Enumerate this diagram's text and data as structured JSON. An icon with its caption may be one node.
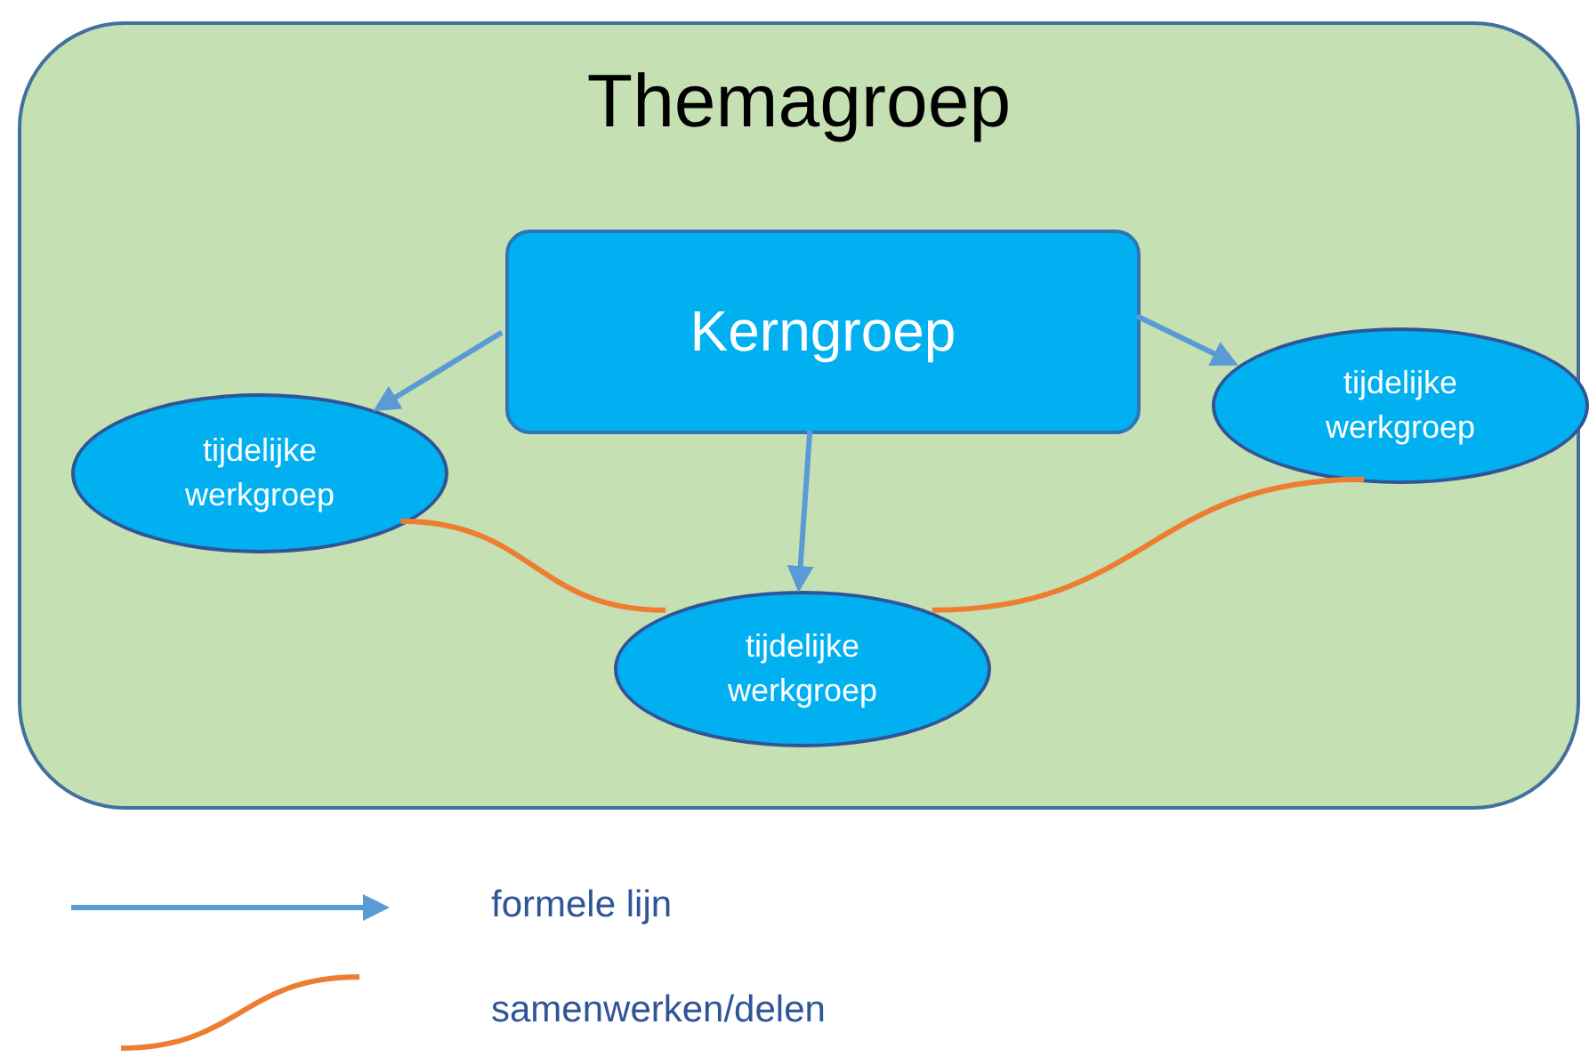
{
  "diagram": {
    "nodes": [
      {
        "text": [
          "Themagroep"
        ]
      },
      {
        "text": [
          "Kerngroep"
        ],
        "in": 0
      },
      {
        "text": [
          "tijdelijke werkgroep"
        ],
        "in": 0
      },
      {
        "text": [
          "tijdelijke werkgroep"
        ],
        "in": 0
      },
      {
        "text": [
          "tijdelijke werkgroep"
        ],
        "in": 0
      }
    ],
    "edges": [
      {
        "from": 1,
        "to": 2,
        "arrow": "to"
      },
      {
        "from": 1,
        "to": 3,
        "arrow": "to"
      },
      {
        "from": 1,
        "to": 4,
        "arrow": "to"
      },
      {
        "from": 2,
        "to": 4,
        "arrow": "none",
        "color": "#ed7d31"
      },
      {
        "from": 4,
        "to": 3,
        "arrow": "none",
        "color": "#ed7d31"
      }
    ],
    "legend": [
      {
        "text": "formele lijn"
      },
      {
        "text": "samenwerken/delen"
      }
    ]
  }
}
